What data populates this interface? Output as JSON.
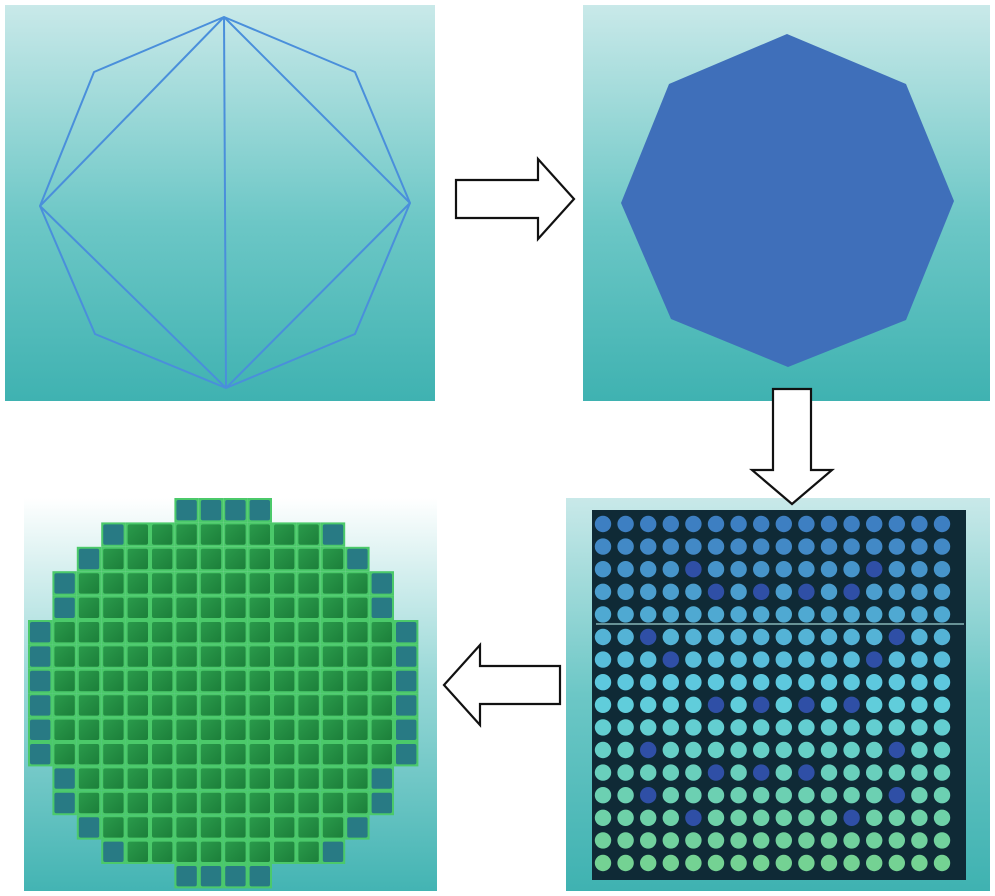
{
  "figure": {
    "colors": {
      "background_top": "#c9e9e9",
      "background_mid": "#62c3c3",
      "background_bottom": "#3fb3b3",
      "wireframe_stroke": "#4a8fdb",
      "octagon_fill": "#3f6fba",
      "pin_dark_bg": "#0f2a36",
      "pin_light_top": "#3d7fc2",
      "pin_light_bottom": "#74d293",
      "pin_absorber": "#2f4fa6",
      "core_green": "#1f8a3f",
      "core_grid_line": "#4bc96a",
      "core_edge_blue": "#2f6dbd",
      "arrow_fill": "#ffffff",
      "arrow_stroke": "#111111"
    },
    "panels": [
      {
        "id": "octagon-wireframe",
        "icon": "triangulated-octagon-icon"
      },
      {
        "id": "octagon-solid",
        "icon": "solid-octagon-icon"
      },
      {
        "id": "pin-lattice",
        "grid_size": 16,
        "icon": "fuel-pin-lattice-icon"
      },
      {
        "id": "core-layout",
        "rows": [
          4,
          10,
          12,
          14,
          14,
          16,
          16,
          16,
          16,
          16,
          16,
          14,
          14,
          12,
          10,
          4
        ],
        "icon": "reactor-core-map-icon"
      }
    ],
    "arrows": [
      {
        "direction": "right",
        "icon": "arrow-right-icon"
      },
      {
        "direction": "down",
        "icon": "arrow-down-icon"
      },
      {
        "direction": "left",
        "icon": "arrow-left-icon"
      }
    ]
  }
}
